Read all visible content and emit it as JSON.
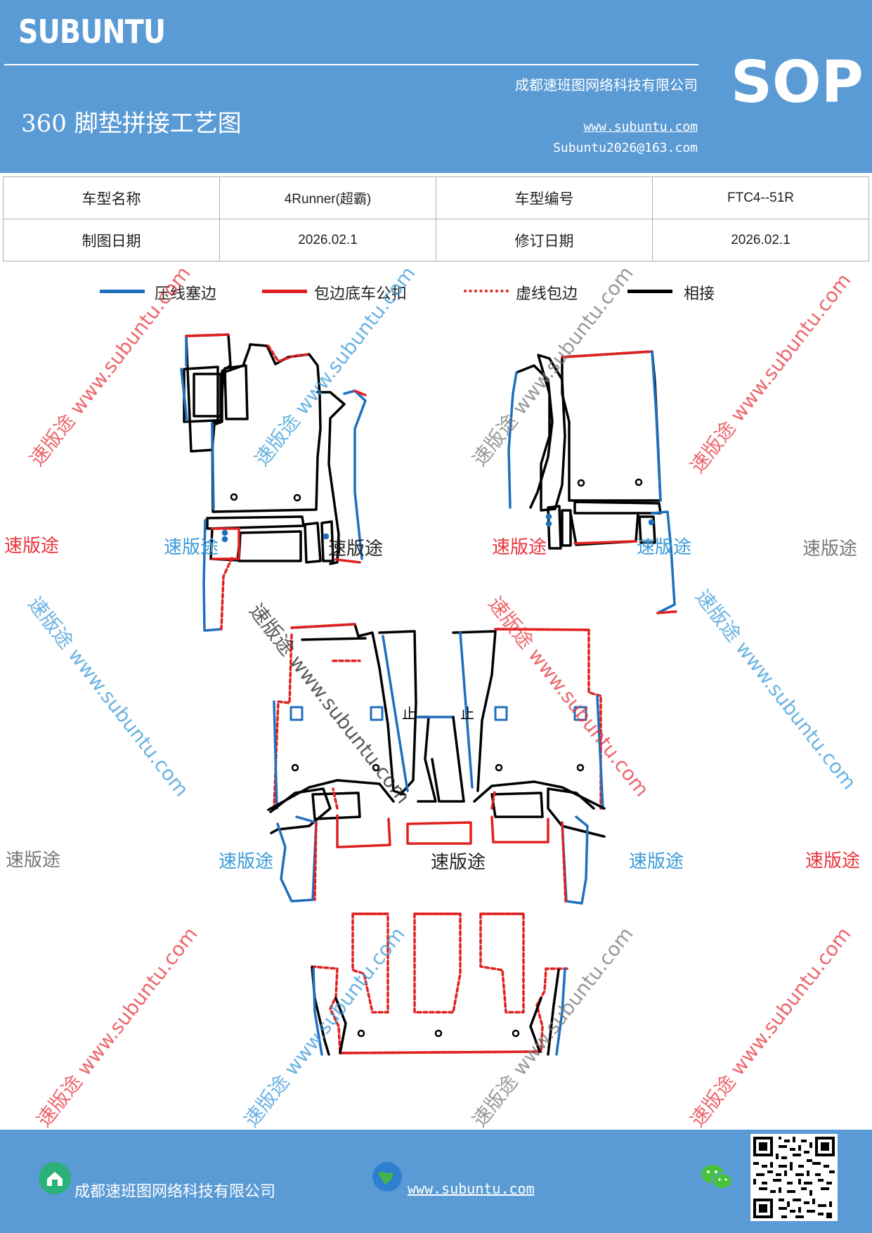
{
  "header": {
    "brand": "SUBUNTU",
    "company": "成都速班图网络科技有限公司",
    "title": "360 脚垫拼接工艺图",
    "website": "www.subuntu.com",
    "email": "Subuntu2026@163.com",
    "badge": "SOP"
  },
  "info_table": {
    "rows": [
      {
        "label1": "车型名称",
        "value1": "4Runner(超霸)",
        "label2": "车型编号",
        "value2": "FTC4--51R"
      },
      {
        "label1": "制图日期",
        "value1": "2026.02.1",
        "label2": "修订日期",
        "value2": "2026.02.1"
      }
    ]
  },
  "legend": [
    {
      "label": "压线塞边",
      "color": "#1f6fbf",
      "style": "solid"
    },
    {
      "label": "包边底车公扣",
      "color": "#e02020",
      "style": "solid"
    },
    {
      "label": "虚线包边",
      "color": "#e02020",
      "style": "dotted"
    },
    {
      "label": "相接",
      "color": "#000000",
      "style": "solid"
    }
  ],
  "watermarks": {
    "short": "速版途",
    "long": "速版途 www.subuntu.com",
    "colors": {
      "red": "#e8343c",
      "blue": "#3a9ad9",
      "gray": "#777777",
      "black": "#222222"
    }
  },
  "diagram": {
    "labels": {
      "stop": "止"
    }
  },
  "footer": {
    "company": "成都速班图网络科技有限公司",
    "website": "www.subuntu.com",
    "icons": [
      "home-icon",
      "globe-icon",
      "wechat-icon",
      "qr-code"
    ]
  }
}
